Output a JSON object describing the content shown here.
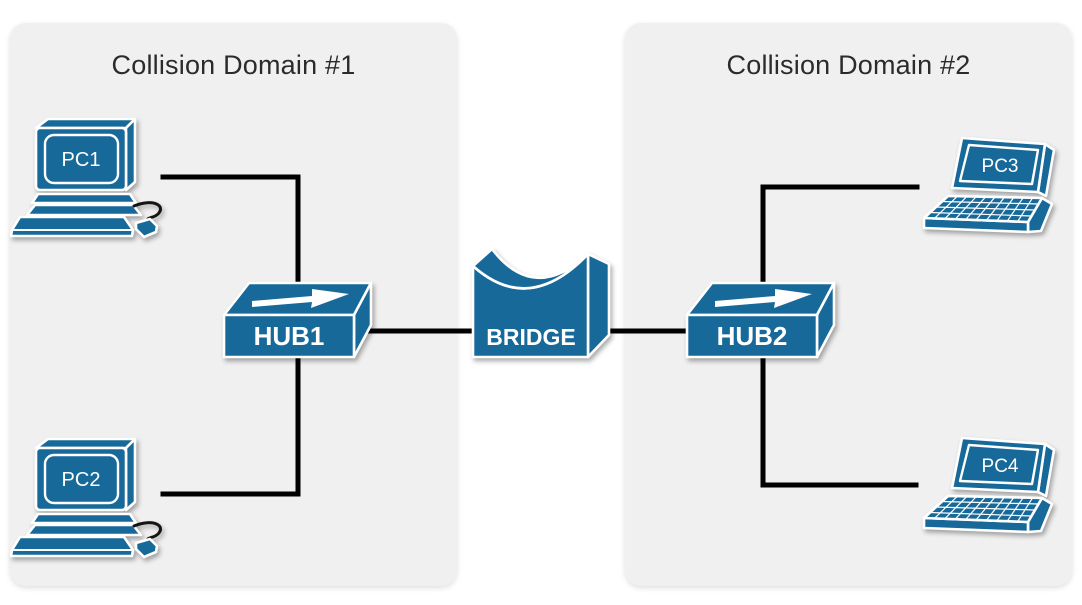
{
  "panels": [
    {
      "id": "domain1",
      "title": "Collision Domain #1"
    },
    {
      "id": "domain2",
      "title": "Collision Domain #2"
    }
  ],
  "devices": {
    "pc1": {
      "label": "PC1",
      "type": "desktop-pc",
      "domain": "Collision Domain #1"
    },
    "pc2": {
      "label": "PC2",
      "type": "desktop-pc",
      "domain": "Collision Domain #1"
    },
    "hub1": {
      "label": "HUB1",
      "type": "hub",
      "domain": "Collision Domain #1"
    },
    "bridge": {
      "label": "BRIDGE",
      "type": "bridge",
      "domain": ""
    },
    "hub2": {
      "label": "HUB2",
      "type": "hub",
      "domain": "Collision Domain #2"
    },
    "pc3": {
      "label": "PC3",
      "type": "laptop",
      "domain": "Collision Domain #2"
    },
    "pc4": {
      "label": "PC4",
      "type": "laptop",
      "domain": "Collision Domain #2"
    }
  },
  "connections": [
    {
      "from": "PC1",
      "to": "HUB1"
    },
    {
      "from": "PC2",
      "to": "HUB1"
    },
    {
      "from": "HUB1",
      "to": "BRIDGE"
    },
    {
      "from": "BRIDGE",
      "to": "HUB2"
    },
    {
      "from": "PC3",
      "to": "HUB2"
    },
    {
      "from": "PC4",
      "to": "HUB2"
    }
  ],
  "colors": {
    "device_fill": "#17699a",
    "device_outline": "#ffffff",
    "panel_bg": "#f0f0f0",
    "canvas_bg": "#ffffff",
    "wire": "#000000",
    "title_text": "#2b2b2b",
    "label_text": "#ffffff"
  }
}
